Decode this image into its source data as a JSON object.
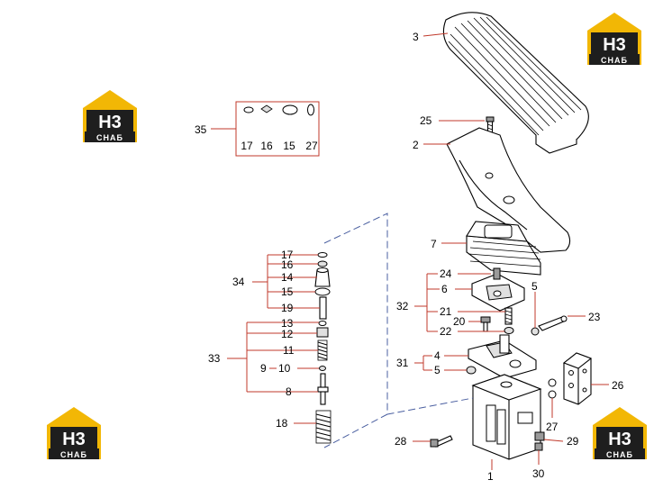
{
  "logo": {
    "mark": "H3",
    "sub": "СНАБ"
  },
  "callouts": {
    "c1": "1",
    "c2": "2",
    "c3": "3",
    "c4": "4",
    "c5a": "5",
    "c5b": "5",
    "c6": "6",
    "c7": "7",
    "c8": "8",
    "c9": "9",
    "c10": "10",
    "c11": "11",
    "c12": "12",
    "c13": "13",
    "c14": "14",
    "c15": "15",
    "c16": "16",
    "c17": "17",
    "c18": "18",
    "c19": "19",
    "c20": "20",
    "c21": "21",
    "c22": "22",
    "c23": "23",
    "c24": "24",
    "c25": "25",
    "c26": "26",
    "c27": "27",
    "c28": "28",
    "c29": "29",
    "c30": "30",
    "c31": "31",
    "c32": "32",
    "c33": "33",
    "c34": "34",
    "c35": "35"
  },
  "kit_box": {
    "labels": [
      "17",
      "16",
      "15",
      "27"
    ]
  },
  "colors": {
    "leader": "#c0392b",
    "hidden_line": "#4a5fa0",
    "logo_bg": "#1e1e1e",
    "logo_accent": "#f2b705"
  }
}
